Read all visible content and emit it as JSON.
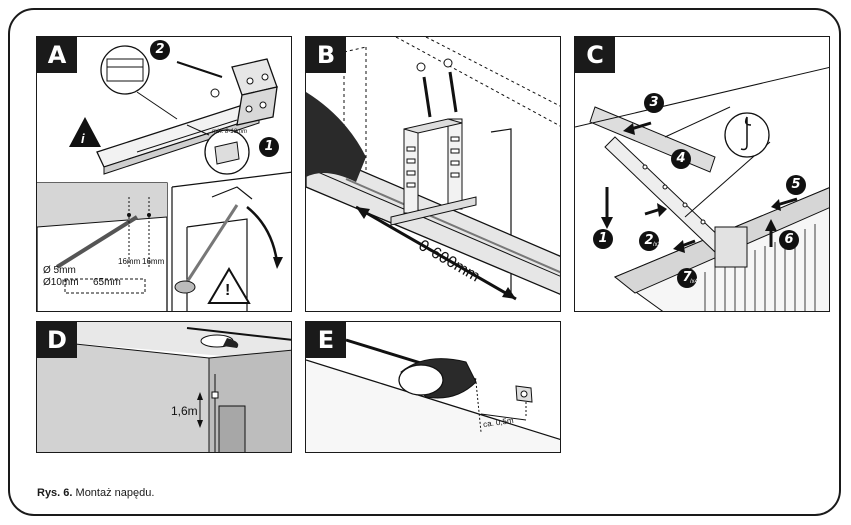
{
  "panels": {
    "a": {
      "letter": "A",
      "step_1": "1",
      "step_2": "2",
      "info_glyph": "i",
      "min_label": "min. 8-10mm",
      "dim_16_left": "16mm",
      "dim_16_right": "16mm",
      "drill_5": "Ø 5mm",
      "drill_10": "Ø10mm",
      "depth_65": "65mm",
      "warning_glyph": "!"
    },
    "b": {
      "letter": "B",
      "range_label": "0-600mm"
    },
    "c": {
      "letter": "C",
      "step_1": "1",
      "step_2": "2",
      "step_2_sub": "/x2",
      "step_3": "3",
      "step_4": "4",
      "step_5": "5",
      "step_6": "6",
      "step_7": "7",
      "step_7_sub": "/x4"
    },
    "d": {
      "letter": "D",
      "height_label": "1,6m"
    },
    "e": {
      "letter": "E",
      "distance_label": "ca. 0,5m"
    }
  },
  "caption": {
    "label": "Rys. 6.",
    "text": " Montaż napędu."
  },
  "icons": {
    "info": "info-icon",
    "warning": "warning-triangle-icon",
    "hook": "hook-icon"
  }
}
